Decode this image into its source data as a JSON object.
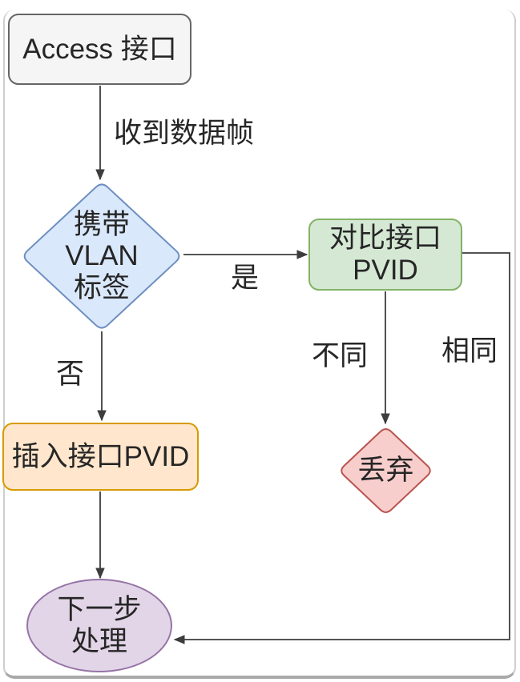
{
  "diagram": {
    "title_hint": "Access interface VLAN frame processing flowchart",
    "line_color": "#3d3d3d",
    "frame_border_color": "#cfcfcf",
    "nodes": {
      "access_port": {
        "label": "Access 接口",
        "fill": "#f5f5f5",
        "border": "#666666"
      },
      "vlan_tag_check": {
        "label": "携带\nVLAN\n标签",
        "fill": "#dae8fc",
        "border": "#6c8ebf"
      },
      "compare_pvid": {
        "label": "对比接口\nPVID",
        "fill": "#d5e8d4",
        "border": "#82b366"
      },
      "insert_pvid": {
        "label": "插入接口PVID",
        "fill": "#ffe6cc",
        "border": "#d79b00"
      },
      "discard": {
        "label": "丢弃",
        "fill": "#f8cecc",
        "border": "#b85450"
      },
      "next_step": {
        "label": "下一步\n处理",
        "fill": "#e1d5e7",
        "border": "#9673a6"
      }
    },
    "edge_labels": {
      "received_frame": "收到数据帧",
      "yes": "是",
      "no": "否",
      "different": "不同",
      "same": "相同"
    }
  }
}
